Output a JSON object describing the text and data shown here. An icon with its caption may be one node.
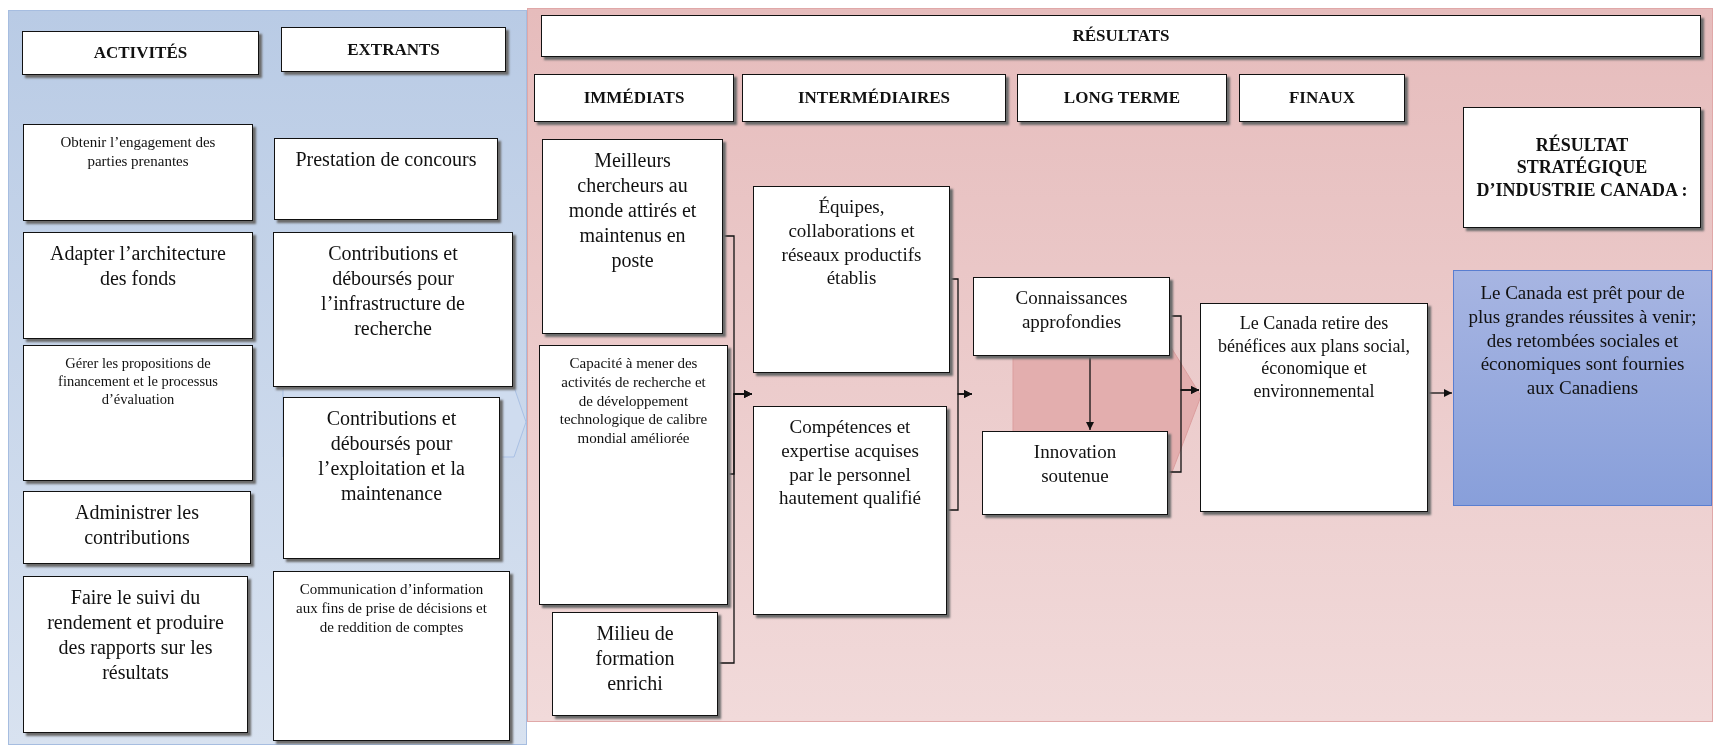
{
  "diagram": {
    "nodes": [
      {
        "text": [],
        "shape": "box"
      },
      {
        "text": [
          "ACTIVITÉS"
        ],
        "in": 0
      },
      {
        "text": [
          "EXTRANTS"
        ],
        "in": 0
      },
      {
        "text": [
          "Obtenir l’engagement des parties prenantes"
        ],
        "in": 0
      },
      {
        "text": [
          "Adapter l’architecture des fonds"
        ],
        "in": 0
      },
      {
        "text": [
          "Gérer les propositions de financement et le processus d’évaluation"
        ],
        "in": 0
      },
      {
        "text": [
          "Administrer les contributions"
        ],
        "in": 0
      },
      {
        "text": [
          "Faire le suivi du rendement et produire des rapports sur les résultats"
        ],
        "in": 0
      },
      {
        "text": [
          "Prestation de concours"
        ],
        "in": 0
      },
      {
        "text": [
          "Contributions et déboursés pour l’infrastructure de recherche"
        ],
        "in": 0
      },
      {
        "text": [
          "Contributions et déboursés pour l’exploitation et la maintenance"
        ],
        "in": 0
      },
      {
        "text": [
          "Communication d’information aux fins de prise de décisions et de reddition de comptes"
        ],
        "in": 0
      },
      {
        "text": [],
        "shape": "box"
      },
      {
        "text": [
          "RÉSULTATS"
        ],
        "in": 12
      },
      {
        "text": [
          "IMMÉDIATS"
        ],
        "in": 12
      },
      {
        "text": [
          "INTERMÉDIAIRES"
        ],
        "in": 12
      },
      {
        "text": [
          "LONG TERME"
        ],
        "in": 12
      },
      {
        "text": [
          "FINAUX"
        ],
        "in": 12
      },
      {
        "text": [
          "RÉSULTAT STRATÉGIQUE D’INDUSTRIE CANADA :"
        ],
        "in": 12
      },
      {
        "text": [
          "Meilleurs chercheurs au monde attirés et maintenus en poste"
        ],
        "in": 12
      },
      {
        "text": [
          "Capacité à mener des activités de recherche et de développement technologique de calibre mondial améliorée"
        ],
        "in": 12
      },
      {
        "text": [
          "Milieu de formation enrichi"
        ],
        "in": 12
      },
      {
        "text": [
          "Équipes, collaborations et réseaux productifs établis"
        ],
        "in": 12
      },
      {
        "text": [
          "Compétences et expertise acquises par le personnel hautement qualifié"
        ],
        "in": 12
      },
      {
        "text": [
          "Connaissances approfondies"
        ],
        "in": 12
      },
      {
        "text": [
          "Innovation soutenue"
        ],
        "in": 12
      },
      {
        "text": [
          "Le Canada retire des bénéfices aux plans social, économique et environnemental"
        ],
        "in": 12
      },
      {
        "text": [
          "Le Canada est prêt pour de plus grandes réussites à venir; des retombées sociales et économiques sont fournies aux Canadiens"
        ],
        "in": 12
      }
    ],
    "edges": [
      {
        "from": 19,
        "to": 22,
        "arrow": "to"
      },
      {
        "from": 20,
        "to": 22,
        "arrow": "to"
      },
      {
        "from": 21,
        "to": 22,
        "arrow": "to"
      },
      {
        "from": 22,
        "to": 24,
        "arrow": "to"
      },
      {
        "from": 23,
        "to": 24,
        "arrow": "to"
      },
      {
        "from": 24,
        "to": 25,
        "arrow": "to"
      },
      {
        "from": 24,
        "to": 26,
        "arrow": "to"
      },
      {
        "from": 25,
        "to": 26,
        "arrow": "to"
      },
      {
        "from": 26,
        "to": 27,
        "arrow": "to"
      }
    ]
  }
}
